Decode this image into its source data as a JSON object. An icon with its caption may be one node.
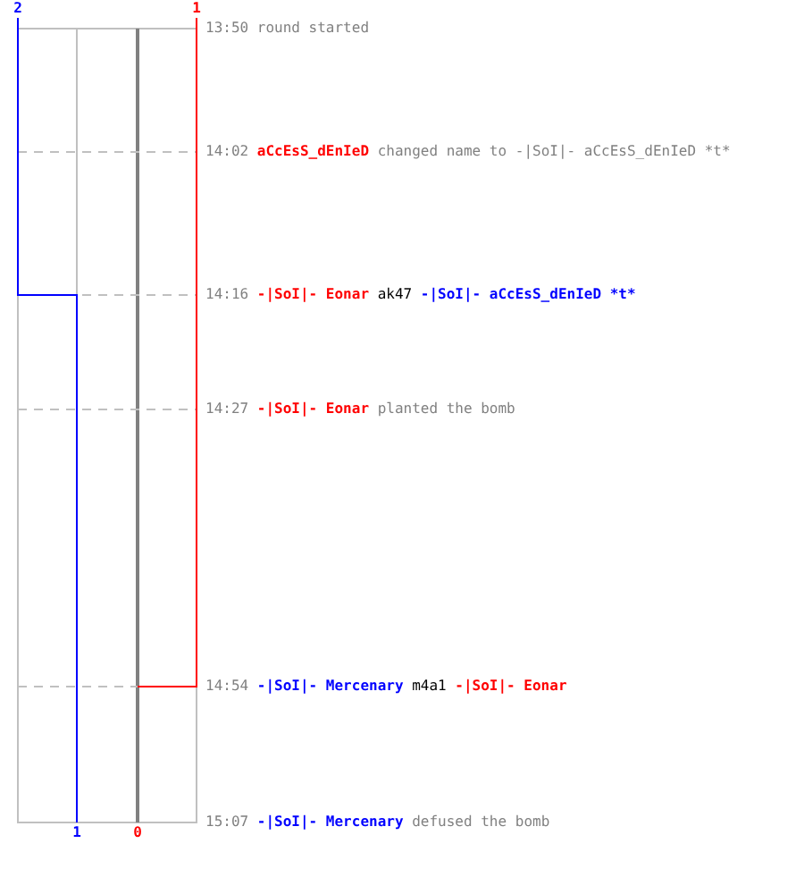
{
  "diagram": {
    "labels": [
      "2",
      "1",
      "13:50",
      "round started",
      "14:02",
      "aCcEsS_dEnIeD",
      "changed name to -|SoI|- aCcEsS_dEnIeD *t*",
      "14:16",
      "-|SoI|- Eonar",
      "ak47",
      "-|SoI|- aCcEsS_dEnIeD *t*",
      "14:27",
      "-|SoI|- Eonar",
      "planted the bomb",
      "14:54",
      "-|SoI|- Mercenary",
      "m4a1",
      "-|SoI|- Eonar",
      "15:07",
      "-|SoI|- Mercenary",
      "defused the bomb",
      "1",
      "0"
    ]
  }
}
